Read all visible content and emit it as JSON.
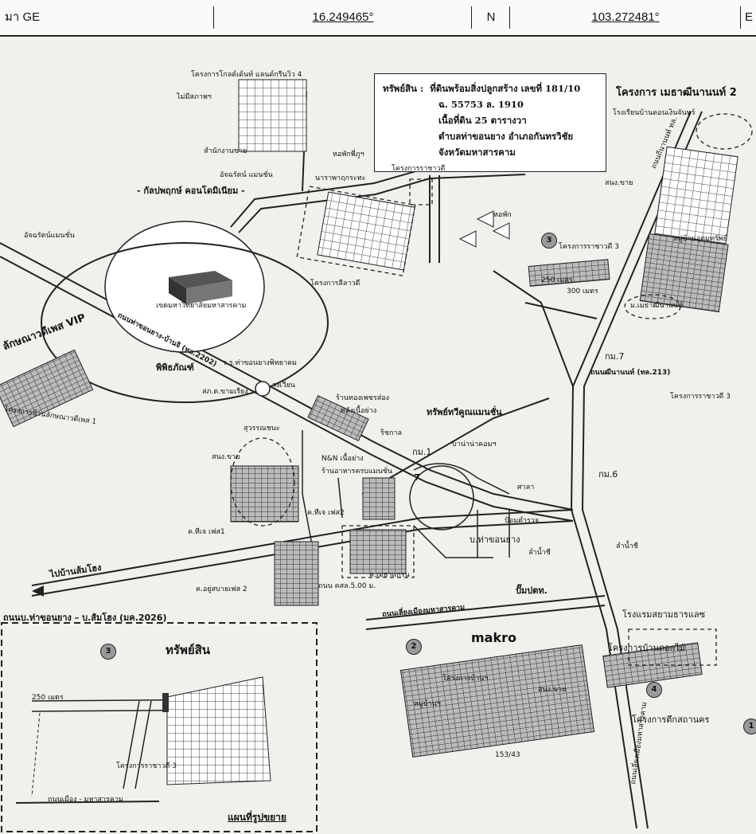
{
  "header": {
    "label_left": "มา GE",
    "lat": "16.249465°",
    "lat_dir": "N",
    "lng": "103.272481°",
    "edge": "E"
  },
  "info_box": {
    "line1_label": "ทรัพย์สิน :",
    "line1": "ที่ดินพร้อมสิ่งปลูกสร้าง เลขที่ 181/10",
    "line2": "ฉ. 55753 ล. 1910",
    "line3": "เนื้อที่ดิน 25 ตารางวา",
    "line4": "ตำบลท่าขอนยาง อำเภอกันทรวิชัย",
    "line5": "จังหวัดมหาสารคาม"
  },
  "labels": {
    "grand_ville": "โครงการโกลด์เด้นท์ แลนด์กรีนวิว 4",
    "no_photo": "ไม่มีสภาพฯ",
    "sales_office": "สำนักงานขาย",
    "dorm_phu": "หอพักพี่ภูฯ",
    "atchara": "อัจฉรัตน์ แมนชั่น",
    "kalpa": "- กัลปพฤกษ์ คอนโดมิเนียม -",
    "narawan": "นาราพาฤกระทะ",
    "rajavadee_top": "โครงการราชาวดี",
    "dorm_mid": "หอพัก",
    "rajavadee3_a": "โครงการราชาวดี 3",
    "m250": "250 เมตร",
    "m300": "300 เมตร",
    "lilawadee": "โครงการลีลาวดี",
    "atchara_left": "อัจฉรัตน์แมนชั่น",
    "msu": "เขตมหาวิทยาลัยมหาสารคาม",
    "road_tky": "ถนนท่าขอนยาง-บ้านจิ (ทล.2202)",
    "vip": "ลักษณาวดีเพส VIP",
    "lak1": "โครงการบ้านลักษณาวดีเพส 1",
    "museum": "พิพิธภัณฑ์",
    "school_tky": "ร.ร.ท่าขอนยางพิทยาคม",
    "police": "สภ.ต.ขามเรียง",
    "roundabout": "วงเวียน",
    "gold_shop": "ร้านทองเพชรส่อง",
    "grill": "หลังเนื้อย่าง",
    "sapthavee": "ทรัพย์ทวีคูณแมนชั่น",
    "ritkan": "ริชกาล",
    "km1": "กม.1",
    "banana": "บาน่าน่าคอมฯ",
    "suwan": "สุวรรณชนะ",
    "nn": "N&N เนื้อย่าง",
    "restaurant": "ร้านอาหารครบแมนชั่น",
    "sales_left": "สนง.ขาย",
    "seven": "7",
    "sala": "ศาลา",
    "kt_phase1": "ค.ทีเจ เฟส1",
    "kt_phase2": "ค.ทีเจ เฟส2",
    "police_box": "ป้อมตำรวจ",
    "ban_tky": "บ.ท่าขอนยาง",
    "lamnamchi1": "ลำน้ำชี",
    "lamnamchi2": "ลำน้ำชี",
    "road_to_banso": "ไปบ้านส้มโฮง",
    "k_yoo": "ค.อยู่สบายเฟส 2",
    "k_metha": "ค.เมธาแกรน",
    "soi_width": "ถนน คสล.5.00 ม.",
    "ptt": "ปั๊มปตท.",
    "road_2026": "ถนนบ.ท่าขอนยาง – บ.ส้มโฮง (มค.2026)",
    "bypass": "ถนนเลี่ยงเมืองมหาสารคาม",
    "makro": "makro",
    "hotel": "โรงแรมสยามธารแลซ",
    "dokmai": "โครงการบ้านดอกไม้",
    "tuek": "โครงการตึกสถานคร",
    "house_no": "153/43",
    "metha_proj": "โครงการ เมธาฒีนานนท์ 2",
    "school_right": "โรงเรียนบ้านดอนเงินจันทร์",
    "sales_right": "สนง.ขาย",
    "mu_sap": "หมู่บ้านอุดมทรัพย์",
    "metha_m": "ม.เมธาฒีนานนท์",
    "km7": "กม.7",
    "road213": "ถนนฒีนานนท์ (ทล.213)",
    "rajavadee3_right": "โครงการราชาวดี 3",
    "km6": "กม.6",
    "road_right_vert": "ถนนถีนานนท์ ทล.",
    "road_right_low": "ถนนเลี่ยงเมืองมหาสารคาม",
    "baan_neighbor": "หมู่บ้านฯ",
    "ban_project_m": "โครงการบ้านฯ",
    "sales_mid": "สนง.ขาย",
    "inset_asset": "ทรัพย์สิน",
    "inset_250": "250 เมตร",
    "inset_rajavadee": "โครงการราชาวดี 3",
    "inset_road": "ถนนเมือง - มหาสารคาม",
    "inset_title": "แผนที่รูปขยาย"
  },
  "pins": [
    "3",
    "3",
    "2",
    "4",
    "1"
  ],
  "colors": {
    "road": "#222222",
    "paper": "#f1f0ec",
    "block": "#555555"
  }
}
